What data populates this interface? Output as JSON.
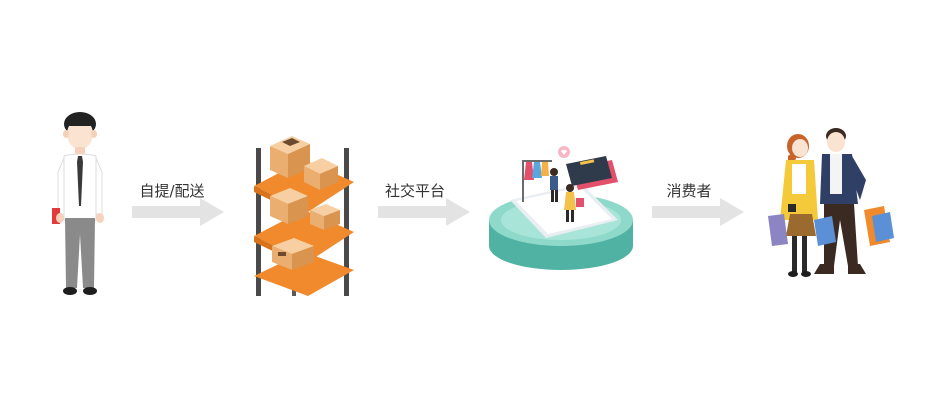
{
  "flow": {
    "steps": [
      {
        "icon": "businessman-icon"
      },
      {
        "icon": "warehouse-shelf-icon"
      },
      {
        "icon": "social-platform-icon"
      },
      {
        "icon": "shopping-couple-icon"
      }
    ],
    "connectors": [
      {
        "label": "自提/配送",
        "icon": "arrow-right-icon"
      },
      {
        "label": "社交平台",
        "icon": "arrow-right-icon"
      },
      {
        "label": "消费者",
        "icon": "arrow-right-icon"
      }
    ]
  },
  "colors": {
    "arrow": "#e3e3e3",
    "shelf_orange": "#f08a2c",
    "platform_teal": "#6cc7b8",
    "suit_gray": "#8a8a8a"
  }
}
